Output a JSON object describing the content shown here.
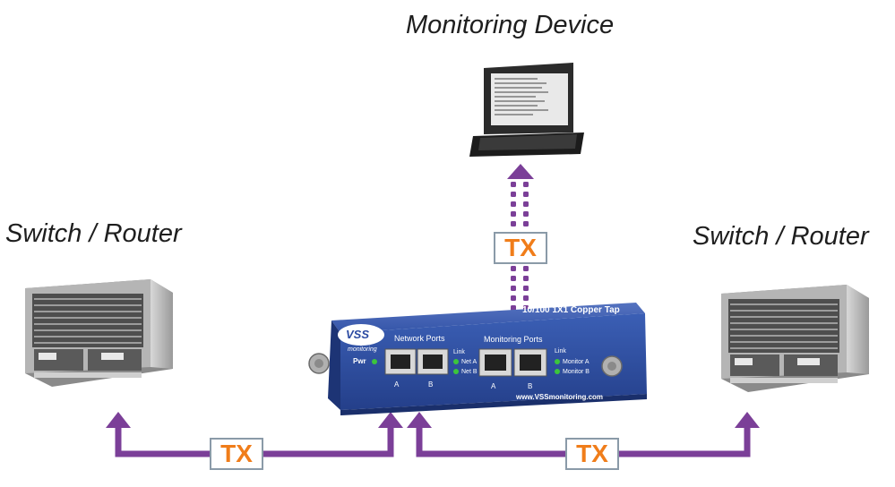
{
  "labels": {
    "monitoring_device": "Monitoring Device",
    "switch_left": "Switch / Router",
    "switch_right": "Switch / Router"
  },
  "links": {
    "tx_top": "TX",
    "tx_left": "TX",
    "tx_right": "TX"
  },
  "tap_device": {
    "brand": "VSS",
    "brand_sub": "monitoring",
    "model": "10/100 1X1 Copper Tap",
    "pwr": "Pwr",
    "network_ports": "Network Ports",
    "monitoring_ports": "Monitoring Ports",
    "link": "Link",
    "net_a": "Net A",
    "net_b": "Net B",
    "monitor_a": "Monitor A",
    "monitor_b": "Monitor B",
    "port_a": "A",
    "port_b": "B",
    "url": "www.VSSmonitoring.com"
  },
  "colors": {
    "arrow": "#7b3f98",
    "tx_text": "#f07d1a",
    "tap_body": "#2e4c9e"
  },
  "icons": {
    "laptop": "laptop-icon",
    "switch": "server-chassis-icon"
  }
}
